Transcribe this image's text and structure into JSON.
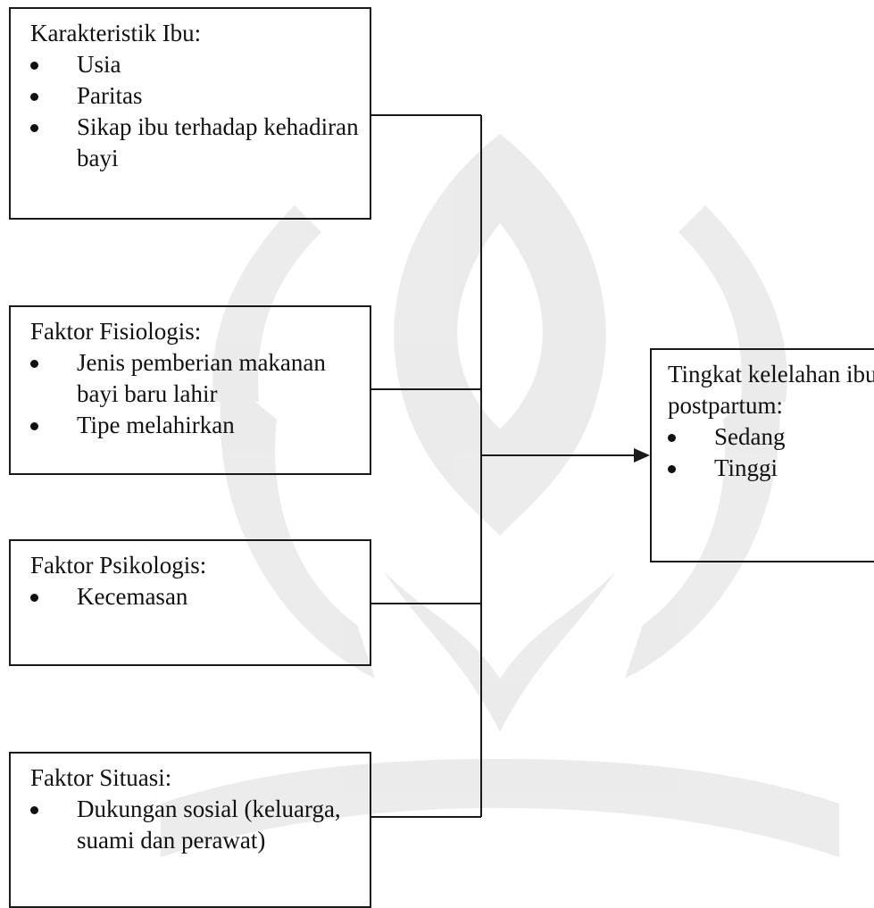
{
  "boxes": {
    "karakteristik": {
      "heading": "Karakteristik Ibu:",
      "items": [
        "Usia",
        "Paritas",
        "Sikap ibu terhadap kehadiran bayi"
      ]
    },
    "fisiologis": {
      "heading": "Faktor Fisiologis:",
      "items": [
        "Jenis pemberian makanan bayi baru lahir",
        "Tipe melahirkan"
      ]
    },
    "psikologis": {
      "heading": "Faktor Psikologis:",
      "items": [
        "Kecemasan"
      ]
    },
    "situasi": {
      "heading": "Faktor Situasi:",
      "items": [
        "Dukungan sosial (keluarga, suami dan perawat)"
      ]
    },
    "outcome": {
      "heading": "Tingkat kelelahan ibu postpartum:",
      "items": [
        "Sedang",
        "Tinggi"
      ]
    }
  },
  "colors": {
    "line": "#1a1a1a",
    "watermark": "#d9d9d9"
  }
}
